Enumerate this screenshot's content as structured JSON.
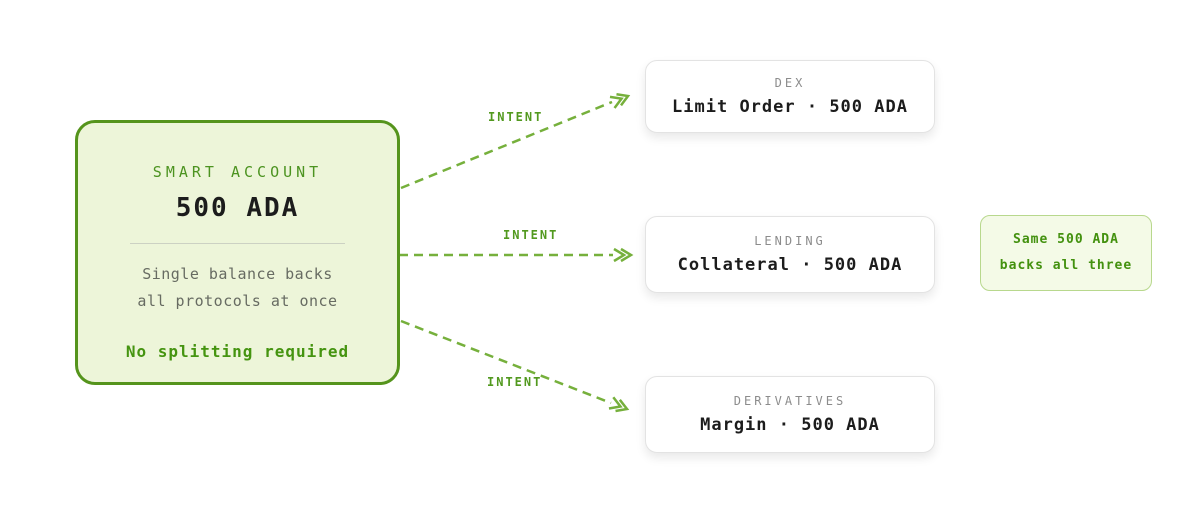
{
  "diagram": {
    "source_card": {
      "label": "SMART ACCOUNT",
      "amount": "500 ADA",
      "description_line1": "Single balance backs",
      "description_line2": "all protocols at once",
      "highlight": "No splitting required"
    },
    "targets": [
      {
        "category": "DEX",
        "detail": "Limit Order · 500 ADA"
      },
      {
        "category": "LENDING",
        "detail": "Collateral · 500 ADA"
      },
      {
        "category": "DERIVATIVES",
        "detail": "Margin · 500 ADA"
      }
    ],
    "arrow_label": "INTENT",
    "note": {
      "line1": "Same 500 ADA",
      "line2": "backs all three"
    },
    "colors": {
      "card_fill": "#edf5d9",
      "card_border": "#55941c",
      "arrow_green": "#76b03c",
      "intent_label_green": "#52991f",
      "highlight_green": "#459410",
      "note_fill": "#f4fae7",
      "note_border": "#b8d88d",
      "note_text": "#43910f",
      "muted_text": "#676b62",
      "category_text": "#8c8c8c",
      "dark_text": "#1c1c1c"
    }
  }
}
